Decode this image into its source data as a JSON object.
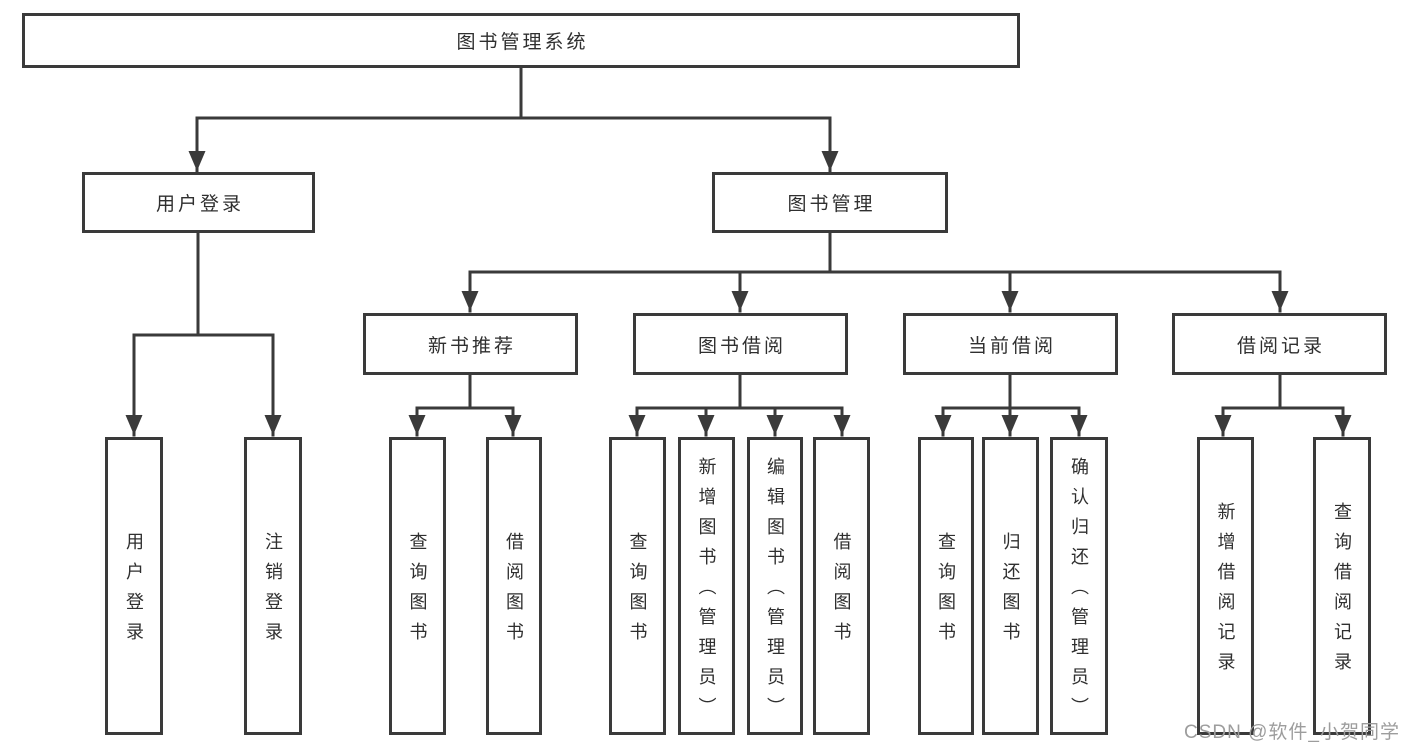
{
  "colors": {
    "line": "#3a3a3a",
    "text": "#2f2f2f",
    "watermark": "#9d9d9d",
    "background": "#ffffff"
  },
  "watermark": {
    "text": "CSDN @软件_小贺同学"
  },
  "tree": {
    "root": {
      "label": "图书管理系统",
      "children": [
        {
          "label": "用户登录",
          "children": [
            {
              "label": "用户登录"
            },
            {
              "label": "注销登录"
            }
          ]
        },
        {
          "label": "图书管理",
          "children": [
            {
              "label": "新书推荐",
              "children": [
                {
                  "label": "查询图书"
                },
                {
                  "label": "借阅图书"
                }
              ]
            },
            {
              "label": "图书借阅",
              "children": [
                {
                  "label": "查询图书"
                },
                {
                  "label": "新增图书（管理员）"
                },
                {
                  "label": "编辑图书（管理员）"
                },
                {
                  "label": "借阅图书"
                }
              ]
            },
            {
              "label": "当前借阅",
              "children": [
                {
                  "label": "查询图书"
                },
                {
                  "label": "归还图书"
                },
                {
                  "label": "确认归还（管理员）"
                }
              ]
            },
            {
              "label": "借阅记录",
              "children": [
                {
                  "label": "新增借阅记录"
                },
                {
                  "label": "查询借阅记录"
                }
              ]
            }
          ]
        }
      ]
    }
  }
}
